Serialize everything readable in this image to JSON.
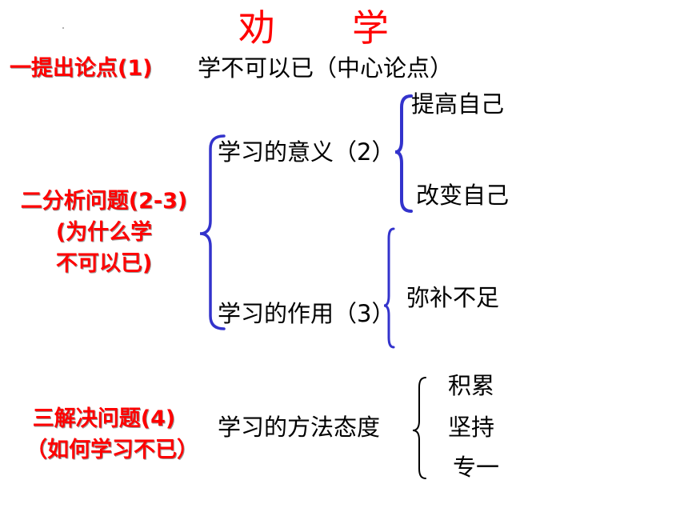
{
  "title": {
    "char1": "劝",
    "char2": "学"
  },
  "sections": [
    {
      "label": "一提出论点(1)",
      "content": "学不可以已（中心论点）"
    },
    {
      "label_lines": [
        "二分析问题(2-3)",
        "(为什么学",
        "不可以已)"
      ],
      "branches": [
        {
          "label": "学习的意义（2）",
          "items": [
            "提高自己",
            "改变自己"
          ]
        },
        {
          "label": "学习的作用（3）",
          "items": [
            "弥补不足"
          ]
        }
      ]
    },
    {
      "label_lines": [
        "三解决问题(4)",
        "（如何学习不已）"
      ],
      "branch_label": "学习的方法态度",
      "items": [
        "积累",
        "坚持",
        "专一"
      ]
    }
  ],
  "colors": {
    "heading_red": "#ff0000",
    "brace_blue": "#3333cc",
    "text": "#000000"
  }
}
